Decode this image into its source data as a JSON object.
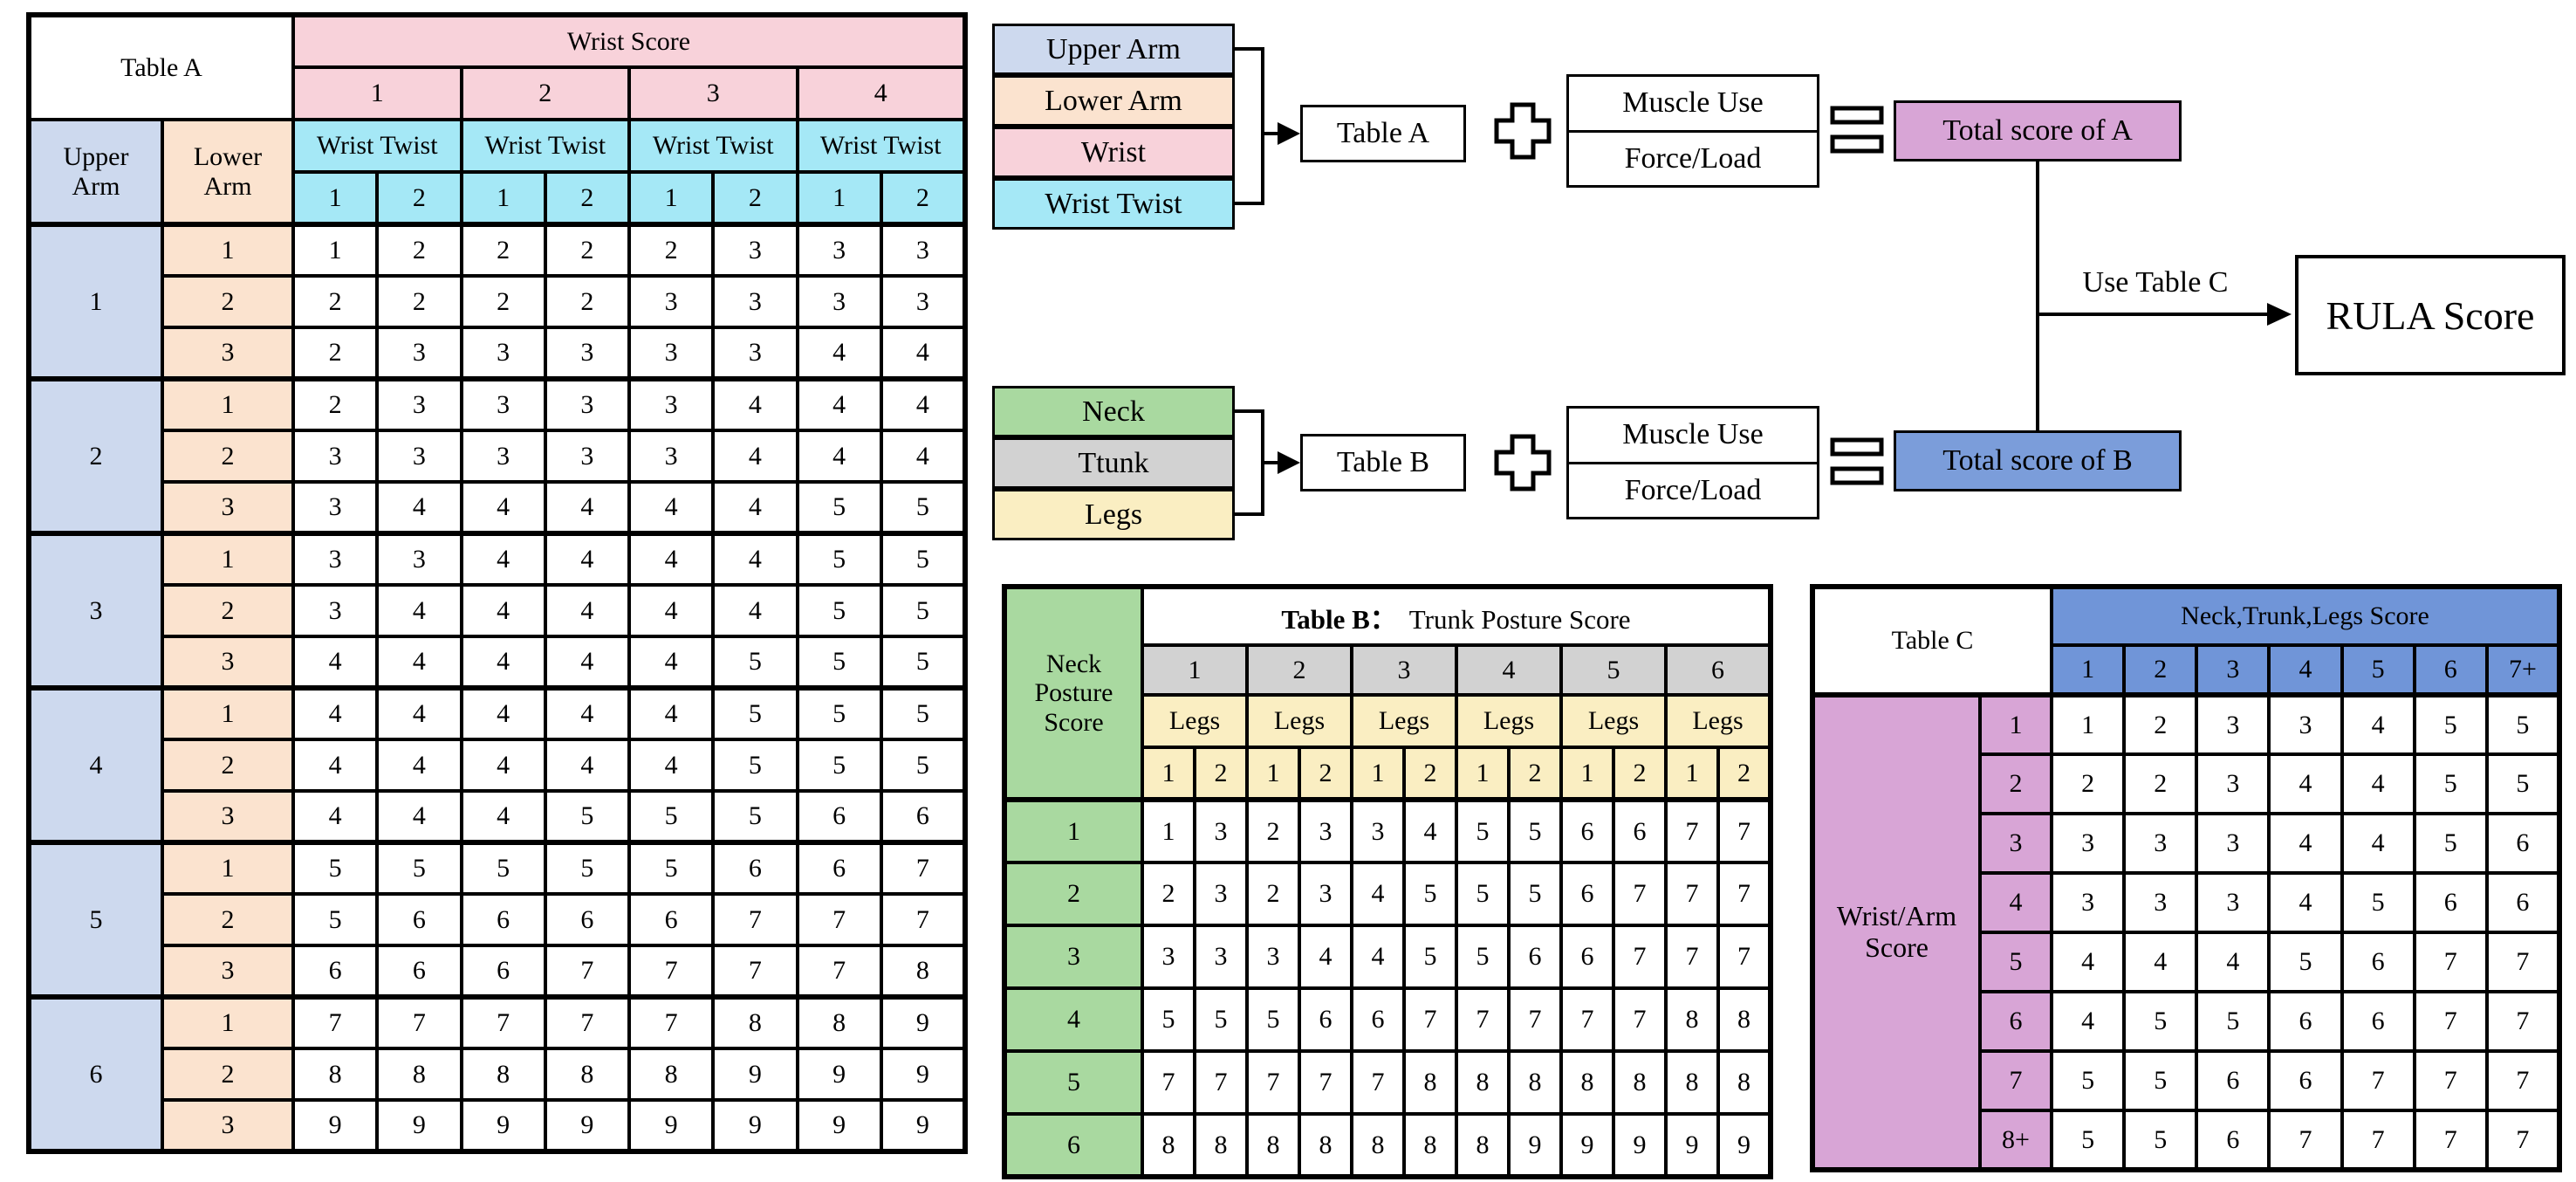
{
  "colors": {
    "upper_arm_blue": "#cdd9ee",
    "lower_arm_orange": "#fbe3cf",
    "wrist_pink": "#f8d2da",
    "wrist_twist_cyan": "#a5e8f6",
    "neck_green": "#a9d9a0",
    "trunk_gray": "#d2d2d2",
    "legs_yellow": "#faeec2",
    "score_a_plum": "#d8a5d6",
    "score_b_blue": "#7b9dda",
    "table_c_header_blue": "#7095d8"
  },
  "table_a": {
    "title": "Table A",
    "wrist_score_label": "Wrist Score",
    "wrist_cols": [
      "1",
      "2",
      "3",
      "4"
    ],
    "wrist_twist_label": "Wrist Twist",
    "twist_cols": [
      "1",
      "2"
    ],
    "upper_arm_label": "Upper\nArm",
    "lower_arm_label": "Lower\nArm",
    "groups": [
      {
        "upper": "1",
        "rows": [
          {
            "lower": "1",
            "values": [
              "1",
              "2",
              "2",
              "2",
              "2",
              "3",
              "3",
              "3"
            ]
          },
          {
            "lower": "2",
            "values": [
              "2",
              "2",
              "2",
              "2",
              "3",
              "3",
              "3",
              "3"
            ]
          },
          {
            "lower": "3",
            "values": [
              "2",
              "3",
              "3",
              "3",
              "3",
              "3",
              "4",
              "4"
            ]
          }
        ]
      },
      {
        "upper": "2",
        "rows": [
          {
            "lower": "1",
            "values": [
              "2",
              "3",
              "3",
              "3",
              "3",
              "4",
              "4",
              "4"
            ]
          },
          {
            "lower": "2",
            "values": [
              "3",
              "3",
              "3",
              "3",
              "3",
              "4",
              "4",
              "4"
            ]
          },
          {
            "lower": "3",
            "values": [
              "3",
              "4",
              "4",
              "4",
              "4",
              "4",
              "5",
              "5"
            ]
          }
        ]
      },
      {
        "upper": "3",
        "rows": [
          {
            "lower": "1",
            "values": [
              "3",
              "3",
              "4",
              "4",
              "4",
              "4",
              "5",
              "5"
            ]
          },
          {
            "lower": "2",
            "values": [
              "3",
              "4",
              "4",
              "4",
              "4",
              "4",
              "5",
              "5"
            ]
          },
          {
            "lower": "3",
            "values": [
              "4",
              "4",
              "4",
              "4",
              "4",
              "5",
              "5",
              "5"
            ]
          }
        ]
      },
      {
        "upper": "4",
        "rows": [
          {
            "lower": "1",
            "values": [
              "4",
              "4",
              "4",
              "4",
              "4",
              "5",
              "5",
              "5"
            ]
          },
          {
            "lower": "2",
            "values": [
              "4",
              "4",
              "4",
              "4",
              "4",
              "5",
              "5",
              "5"
            ]
          },
          {
            "lower": "3",
            "values": [
              "4",
              "4",
              "4",
              "5",
              "5",
              "5",
              "6",
              "6"
            ]
          }
        ]
      },
      {
        "upper": "5",
        "rows": [
          {
            "lower": "1",
            "values": [
              "5",
              "5",
              "5",
              "5",
              "5",
              "6",
              "6",
              "7"
            ]
          },
          {
            "lower": "2",
            "values": [
              "5",
              "6",
              "6",
              "6",
              "6",
              "7",
              "7",
              "7"
            ]
          },
          {
            "lower": "3",
            "values": [
              "6",
              "6",
              "6",
              "7",
              "7",
              "7",
              "7",
              "8"
            ]
          }
        ]
      },
      {
        "upper": "6",
        "rows": [
          {
            "lower": "1",
            "values": [
              "7",
              "7",
              "7",
              "7",
              "7",
              "8",
              "8",
              "9"
            ]
          },
          {
            "lower": "2",
            "values": [
              "8",
              "8",
              "8",
              "8",
              "8",
              "9",
              "9",
              "9"
            ]
          },
          {
            "lower": "3",
            "values": [
              "9",
              "9",
              "9",
              "9",
              "9",
              "9",
              "9",
              "9"
            ]
          }
        ]
      }
    ]
  },
  "table_b": {
    "row_header": "Neck\nPosture\nScore",
    "title_bold": "Table B：",
    "title_rest": "Trunk Posture Score",
    "trunk_cols": [
      "1",
      "2",
      "3",
      "4",
      "5",
      "6"
    ],
    "legs_label": "Legs",
    "leg_cols": [
      "1",
      "2"
    ],
    "rows": [
      {
        "neck": "1",
        "values": [
          "1",
          "3",
          "2",
          "3",
          "3",
          "4",
          "5",
          "5",
          "6",
          "6",
          "7",
          "7"
        ]
      },
      {
        "neck": "2",
        "values": [
          "2",
          "3",
          "2",
          "3",
          "4",
          "5",
          "5",
          "5",
          "6",
          "7",
          "7",
          "7"
        ]
      },
      {
        "neck": "3",
        "values": [
          "3",
          "3",
          "3",
          "4",
          "4",
          "5",
          "5",
          "6",
          "6",
          "7",
          "7",
          "7"
        ]
      },
      {
        "neck": "4",
        "values": [
          "5",
          "5",
          "5",
          "6",
          "6",
          "7",
          "7",
          "7",
          "7",
          "7",
          "8",
          "8"
        ]
      },
      {
        "neck": "5",
        "values": [
          "7",
          "7",
          "7",
          "7",
          "7",
          "8",
          "8",
          "8",
          "8",
          "8",
          "8",
          "8"
        ]
      },
      {
        "neck": "6",
        "values": [
          "8",
          "8",
          "8",
          "8",
          "8",
          "8",
          "8",
          "9",
          "9",
          "9",
          "9",
          "9"
        ]
      }
    ]
  },
  "table_c": {
    "title": "Table C",
    "header": "Neck,Trunk,Legs Score",
    "cols": [
      "1",
      "2",
      "3",
      "4",
      "5",
      "6",
      "7+"
    ],
    "row_header": "Wrist/Arm\nScore",
    "rows": [
      {
        "label": "1",
        "values": [
          "1",
          "2",
          "3",
          "3",
          "4",
          "5",
          "5"
        ]
      },
      {
        "label": "2",
        "values": [
          "2",
          "2",
          "3",
          "4",
          "4",
          "5",
          "5"
        ]
      },
      {
        "label": "3",
        "values": [
          "3",
          "3",
          "3",
          "4",
          "4",
          "5",
          "6"
        ]
      },
      {
        "label": "4",
        "values": [
          "3",
          "3",
          "3",
          "4",
          "5",
          "6",
          "6"
        ]
      },
      {
        "label": "5",
        "values": [
          "4",
          "4",
          "4",
          "5",
          "6",
          "7",
          "7"
        ]
      },
      {
        "label": "6",
        "values": [
          "4",
          "5",
          "5",
          "6",
          "6",
          "7",
          "7"
        ]
      },
      {
        "label": "7",
        "values": [
          "5",
          "5",
          "6",
          "6",
          "7",
          "7",
          "7"
        ]
      },
      {
        "label": "8+",
        "values": [
          "5",
          "5",
          "6",
          "7",
          "7",
          "7",
          "7"
        ]
      }
    ]
  },
  "flow": {
    "inputs_a": [
      {
        "label": "Upper Arm"
      },
      {
        "label": "Lower Arm"
      },
      {
        "label": "Wrist"
      },
      {
        "label": "Wrist Twist"
      }
    ],
    "inputs_b": [
      {
        "label": "Neck"
      },
      {
        "label": "Ttunk"
      },
      {
        "label": "Legs"
      }
    ],
    "table_a_box": "Table A",
    "table_b_box": "Table B",
    "muscle_use": "Muscle Use",
    "force_load": "Force/Load",
    "total_a": "Total score of A",
    "total_b": "Total score of B",
    "use_table_c": "Use Table C",
    "rula": "RULA Score"
  }
}
